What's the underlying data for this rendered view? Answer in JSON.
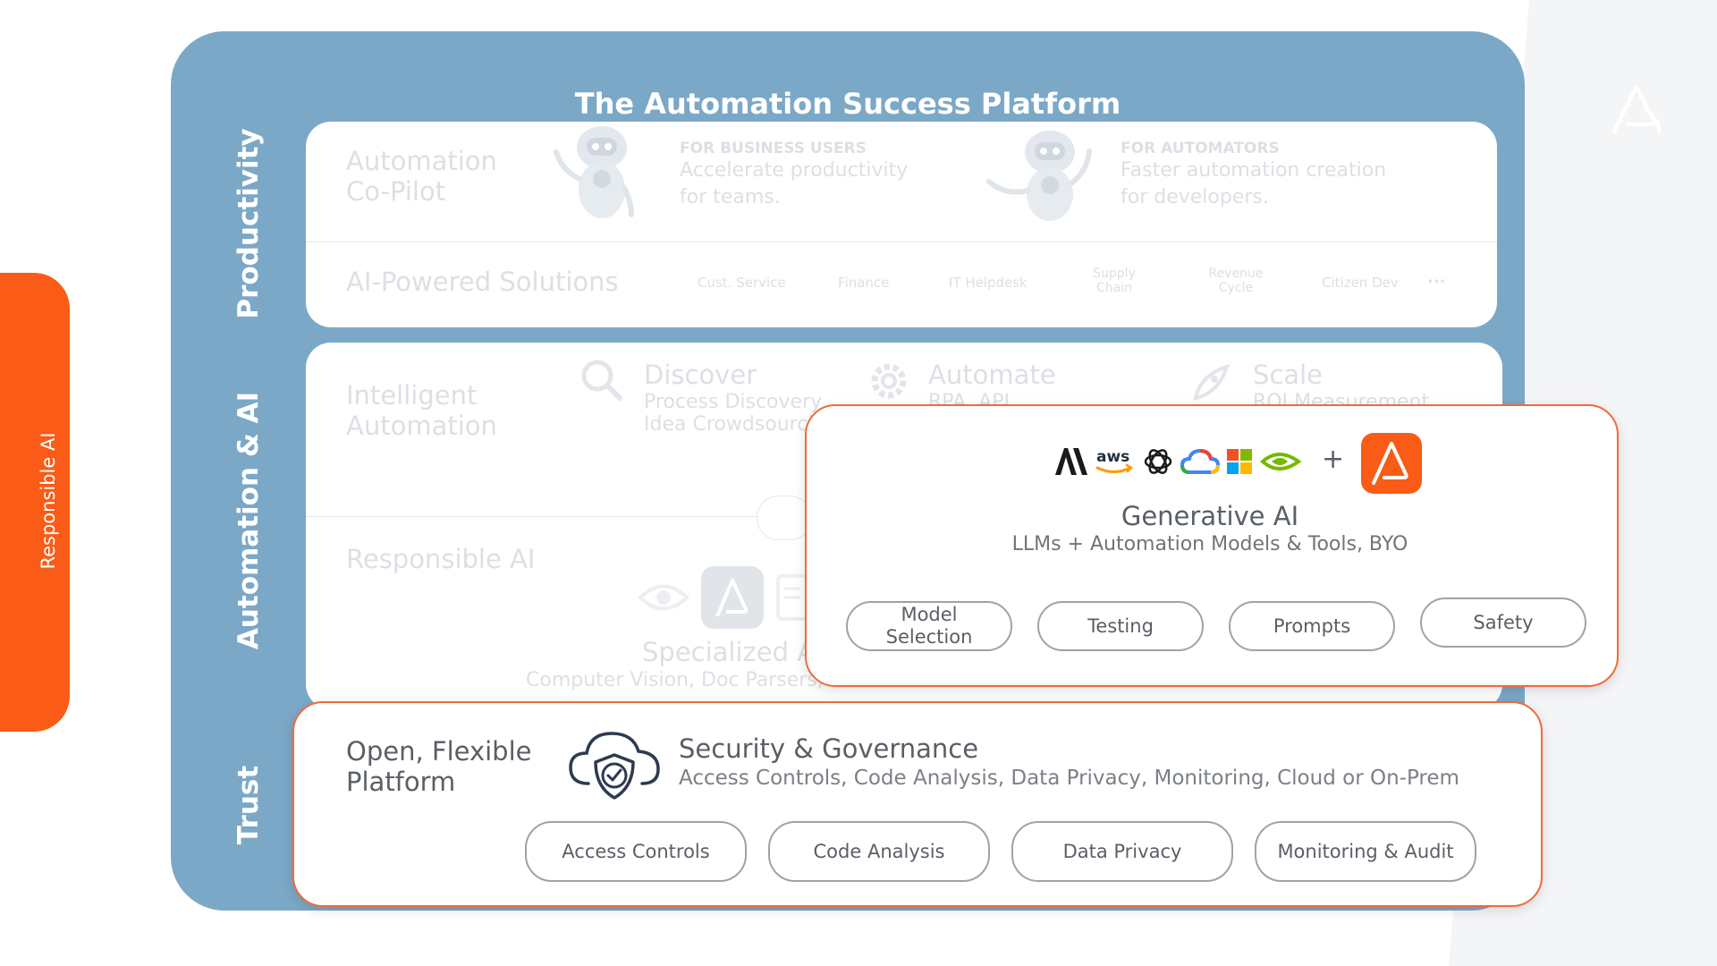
{
  "side_tab": {
    "label": "Responsible AI",
    "color": "#fa5b16"
  },
  "platform": {
    "title": "The Automation Success Platform",
    "color": "#7ba8c7"
  },
  "sections": {
    "productivity": "Productivity",
    "automation_ai": "Automation & AI",
    "trust": "Trust"
  },
  "copilot": {
    "title_line1": "Automation",
    "title_line2": "Co-Pilot",
    "business": {
      "tag": "FOR BUSINESS USERS",
      "line1": "Accelerate productivity",
      "line2": "for teams."
    },
    "automators": {
      "tag": "FOR AUTOMATORS",
      "line1": "Faster automation creation",
      "line2": "for developers."
    }
  },
  "solutions": {
    "title": "AI-Powered Solutions",
    "items": [
      "Cust. Service",
      "Finance",
      "IT Helpdesk",
      "Supply Chain",
      "Revenue Cycle",
      "Citizen Dev"
    ],
    "more": "..."
  },
  "intelligent": {
    "title_line1": "Intelligent",
    "title_line2": "Automation",
    "discover": {
      "title": "Discover",
      "line1": "Process Discovery",
      "line2": "Idea Crowdsourcing"
    },
    "automate": {
      "title": "Automate",
      "line1": "RPA, API"
    },
    "scale": {
      "title": "Scale",
      "line1": "ROI Measurement"
    }
  },
  "responsible": {
    "title": "Responsible AI",
    "specialized_title": "Specialized AI",
    "specialized_sub": "Computer Vision, Doc Parsers, & more"
  },
  "generative": {
    "plus": "+",
    "vendor_icons": [
      "anthropic-icon",
      "aws-icon",
      "openai-icon",
      "google-cloud-icon",
      "microsoft-icon",
      "nvidia-icon"
    ],
    "title": "Generative AI",
    "subtitle": "LLMs + Automation Models & Tools, BYO",
    "pills": [
      "Model Selection",
      "Testing",
      "Prompts",
      "Safety"
    ]
  },
  "trust_panel": {
    "title_line1": "Open, Flexible",
    "title_line2": "Platform",
    "security_title": "Security & Governance",
    "security_sub": "Access Controls, Code Analysis, Data Privacy, Monitoring, Cloud or On-Prem",
    "pills": [
      "Access Controls",
      "Code Analysis",
      "Data Privacy",
      "Monitoring & Audit"
    ]
  },
  "colors": {
    "accent": "#fa5b16",
    "border_accent": "#f06a3c",
    "pill_border": "#9ea3a9",
    "text": "#5a5f66"
  }
}
